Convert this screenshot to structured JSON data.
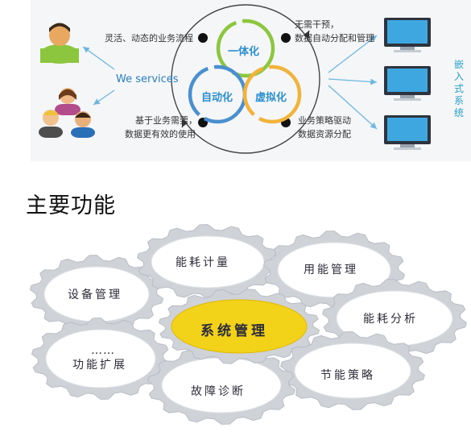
{
  "top_diagram": {
    "left_label": "We services",
    "vertical_label": "嵌入式系统",
    "annotations": {
      "top_left": "灵活、动态的业务流程",
      "top_right": [
        "无需干预，",
        "数据自动分配和管理"
      ],
      "bottom_left": [
        "基于业务需要，",
        "数据更有效的使用"
      ],
      "bottom_right": [
        "业务策略驱动",
        "数据资源分配"
      ]
    },
    "rings": {
      "top": "一体化",
      "left": "自动化",
      "right": "虚拟化"
    },
    "colors": {
      "ring_green": "#8cc63e",
      "ring_blue": "#4a8fd0",
      "ring_orange": "#f2b33d",
      "accent_text": "#2aa0c8"
    }
  },
  "section_title": "主要功能",
  "gears": {
    "center": "系统管理",
    "items": [
      {
        "key": "energy-metering",
        "label": "能耗计量"
      },
      {
        "key": "energy-management",
        "label": "用能管理"
      },
      {
        "key": "device-management",
        "label": "设备管理"
      },
      {
        "key": "energy-analysis",
        "label": "能耗分析"
      },
      {
        "key": "expansion",
        "label": "功能扩展",
        "note": "……"
      },
      {
        "key": "saving-strategy",
        "label": "节能策略"
      },
      {
        "key": "fault-diagnosis",
        "label": "故障诊断"
      }
    ],
    "colors": {
      "center_fill": "#f3d21a",
      "gear_grey": "#cfd3d8"
    }
  }
}
